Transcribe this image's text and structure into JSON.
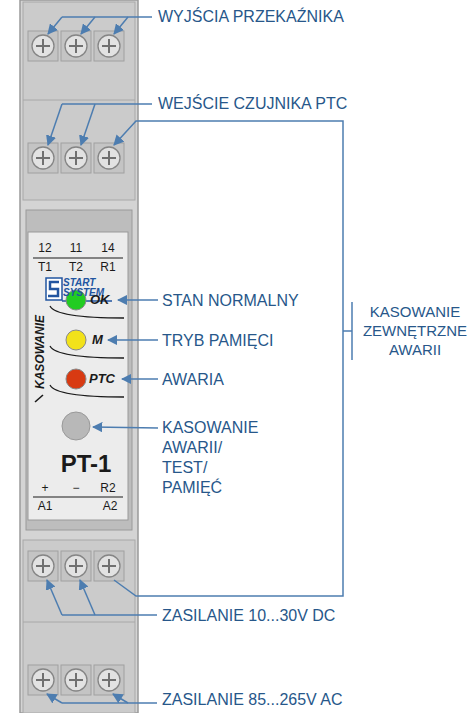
{
  "diagram": {
    "nodes": [
      {
        "text": [
          "PT-1"
        ]
      },
      {
        "text": [
          "START SYSTEM"
        ],
        "in": 0
      }
    ],
    "labels": [
      "WYJŚCIA PRZEKAŹNIKA",
      "WEJŚCIE CZUJNIKA PTC",
      "12",
      "11",
      "14",
      "T1",
      "T2",
      "R1",
      "OK",
      "M",
      "PTC",
      "KASOWANIE",
      "STAN NORMALNY",
      "TRYB PAMIĘCI",
      "AWARIA",
      "KASOWANIE ZEWNĘTRZNE AWARII",
      "KASOWANIE AWARII/ TEST/ PAMIĘĆ",
      "+",
      "−",
      "R2",
      "A1",
      "A2",
      "ZASILANIE 10...30V DC",
      "ZASILANIE 85...265V AC"
    ]
  }
}
